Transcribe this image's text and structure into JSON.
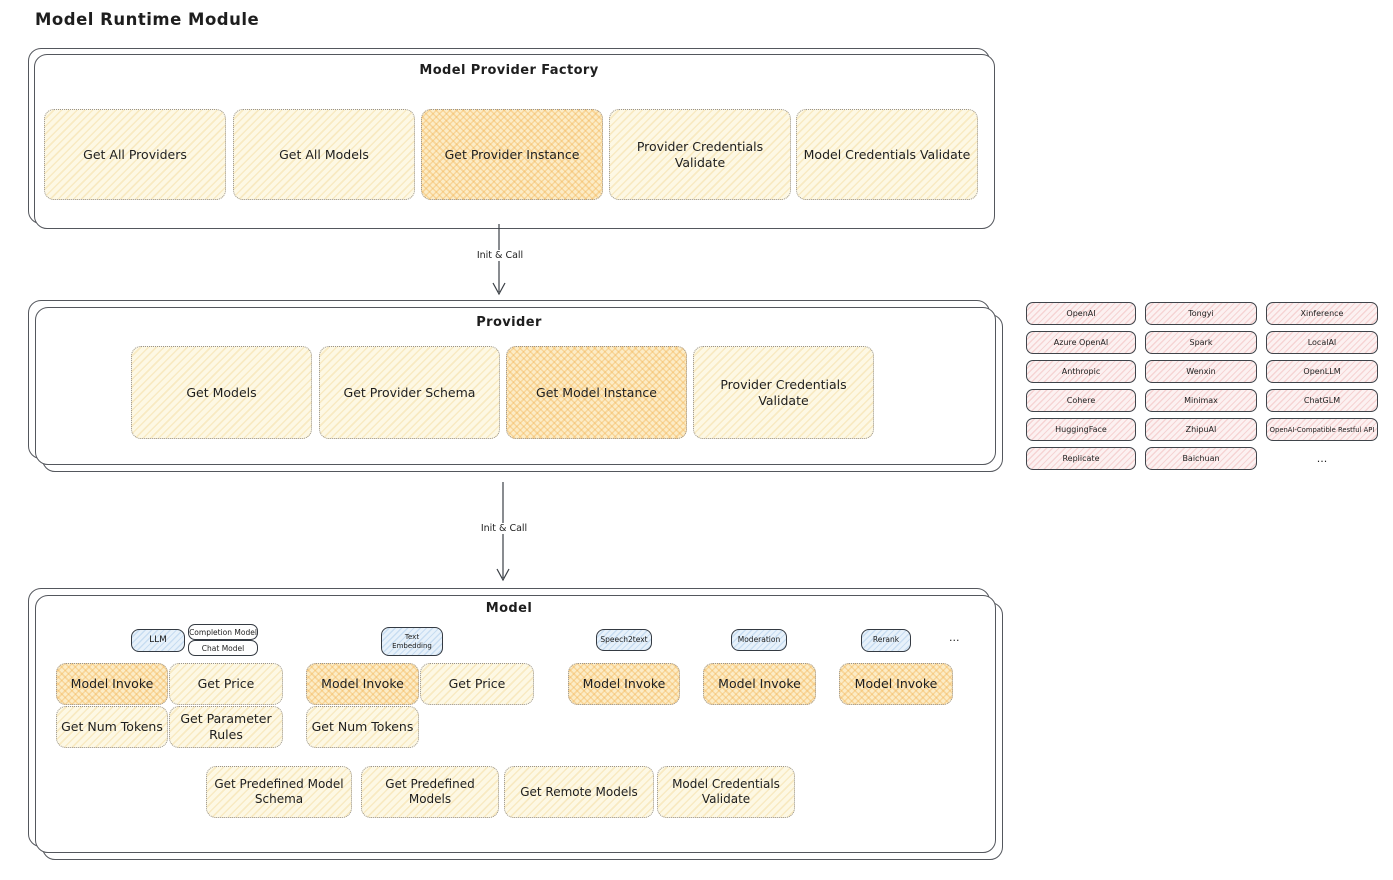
{
  "page": {
    "title": "Model Runtime Module"
  },
  "arrows": {
    "label1": "Init & Call",
    "label2": "Init & Call"
  },
  "colors": {
    "panel_border": "#54575d",
    "yellow_fill": "#fdf8e4",
    "orange_highlight_fill": "#fcecc6",
    "blue_tab_fill": "#e7f1fa",
    "pink_chip_fill": "#fcf1f1",
    "text": "#1e1e1e"
  },
  "factory": {
    "title": "Model Provider Factory",
    "items": [
      {
        "label": "Get All Providers"
      },
      {
        "label": "Get All Models"
      },
      {
        "label": "Get Provider Instance"
      },
      {
        "label": "Provider Credentials Validate"
      },
      {
        "label": "Model Credentials Validate"
      }
    ]
  },
  "provider": {
    "title": "Provider",
    "items": [
      {
        "label": "Get Models"
      },
      {
        "label": "Get Provider Schema"
      },
      {
        "label": "Get Model Instance"
      },
      {
        "label": "Provider Credentials Validate"
      }
    ]
  },
  "providers_grid": {
    "items": [
      "OpenAI",
      "Tongyi",
      "Xinference",
      "Azure OpenAI",
      "Spark",
      "LocalAI",
      "Anthropic",
      "Wenxin",
      "OpenLLM",
      "Cohere",
      "Minimax",
      "ChatGLM",
      "HuggingFace",
      "ZhipuAI",
      "OpenAI-Compatible Restful API",
      "Replicate",
      "Baichuan"
    ],
    "more": "..."
  },
  "model": {
    "title": "Model",
    "tabs": {
      "llm": "LLM",
      "completion": "Completion Model",
      "chat": "Chat Model",
      "text_embedding": "Text Embedding",
      "speech2text": "Speech2text",
      "moderation": "Moderation",
      "rerank": "Rerank",
      "more": "..."
    },
    "ops": {
      "llm": [
        "Model Invoke",
        "Get Price",
        "Get Num Tokens",
        "Get Parameter Rules"
      ],
      "text_embedding": [
        "Model Invoke",
        "Get Price",
        "Get Num Tokens"
      ],
      "speech2text": [
        "Model Invoke"
      ],
      "moderation": [
        "Model Invoke"
      ],
      "rerank": [
        "Model Invoke"
      ]
    },
    "common": [
      "Get Predefined Model Schema",
      "Get Predefined Models",
      "Get Remote Models",
      "Model Credentials Validate"
    ]
  }
}
